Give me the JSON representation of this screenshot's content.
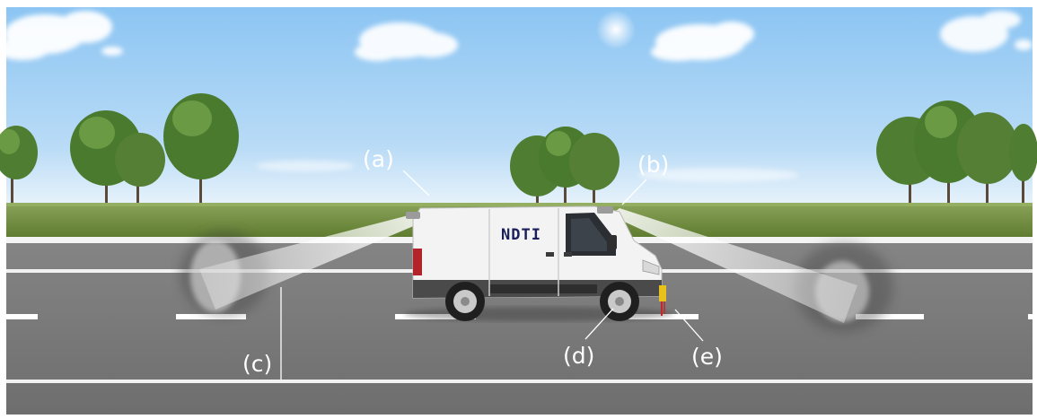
{
  "vehicle": {
    "text": "NDTI"
  },
  "labels": {
    "a": "(a)",
    "b": "(b)",
    "c": "(c)",
    "d": "(d)",
    "e": "(e)"
  },
  "colors": {
    "sky_top": "#8ec6f2",
    "sky_bottom": "#e6f2fb",
    "grass": "#6f8a3c",
    "road": "#7d7d7d",
    "lane_marking": "#ffffff",
    "van_body": "#f2f2f2",
    "sensor_yellow": "#e8c21a",
    "label_text": "#ffffff",
    "logo_text": "#1a1f5c"
  }
}
